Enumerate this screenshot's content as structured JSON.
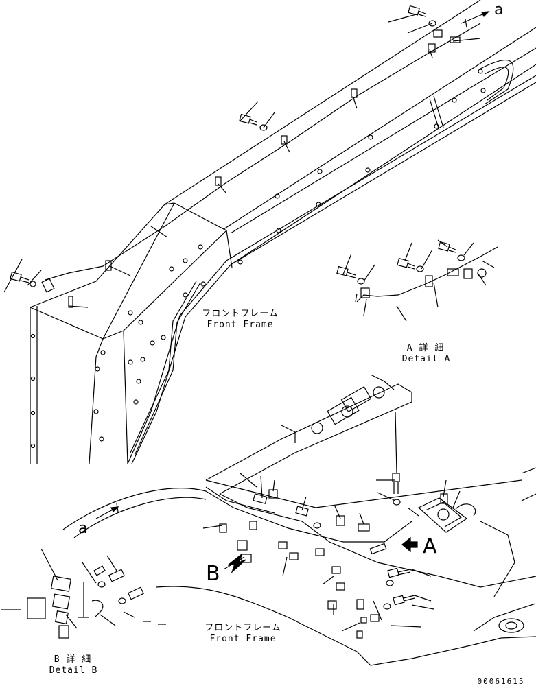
{
  "labels": {
    "front_frame_upper_jp": "フロントフレーム",
    "front_frame_upper_en": "Front Frame",
    "detail_a_jp": "A 詳 細",
    "detail_a_en": "Detail A",
    "front_frame_lower_jp": "フロントフレーム",
    "front_frame_lower_en": "Front Frame",
    "detail_b_jp": "B 詳 細",
    "detail_b_en": "Detail B",
    "view_a_marker": "A",
    "view_b_marker": "B",
    "ref_a_top": "a",
    "ref_a_bottom": "a",
    "drawing_number": "00061615"
  },
  "colors": {
    "line": "#000000",
    "background": "#ffffff"
  }
}
